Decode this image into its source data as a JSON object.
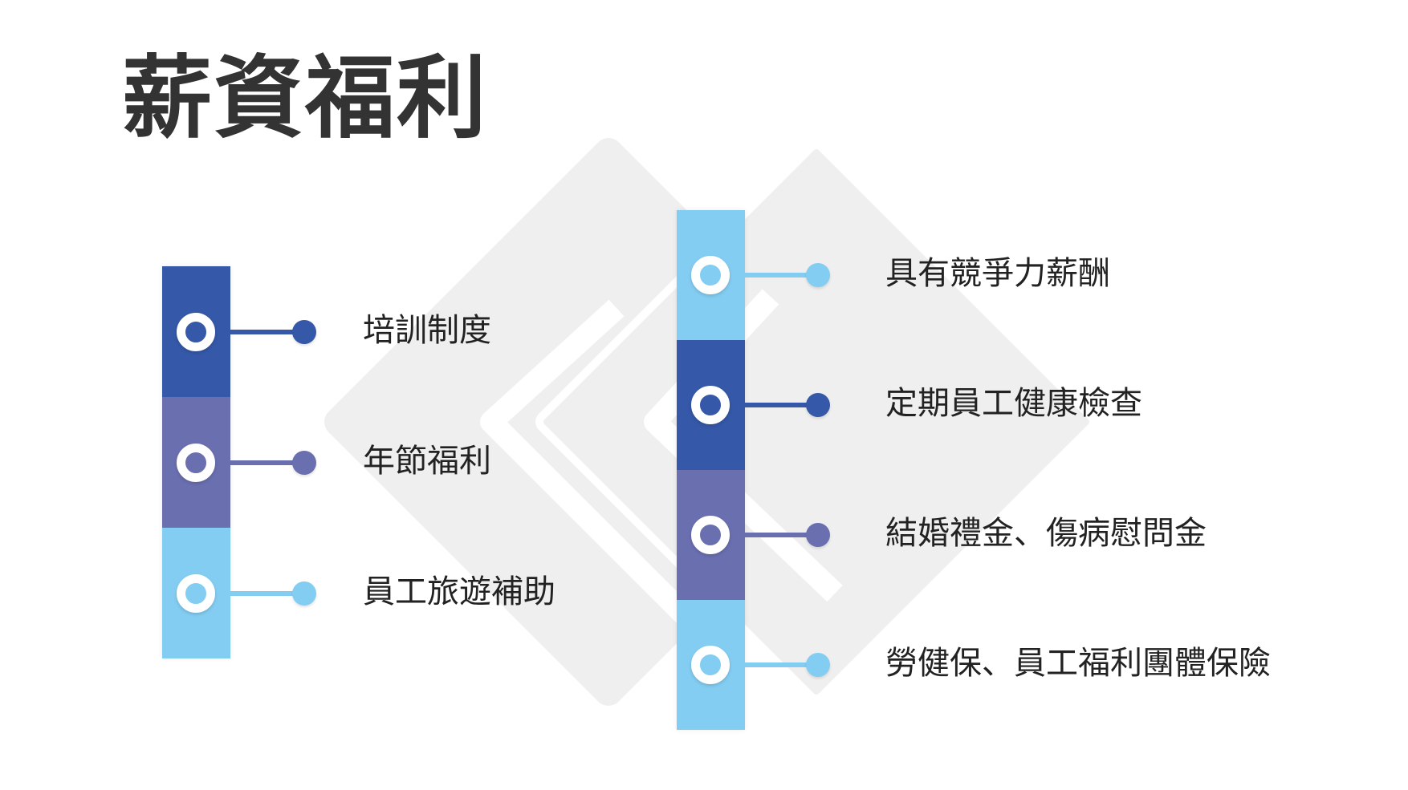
{
  "title": "薪資福利",
  "colors": {
    "dark_blue": "#3558a8",
    "purple": "#6a6fb0",
    "light_blue": "#84cdf2",
    "bg_shape": "#efefef"
  },
  "left_items": [
    {
      "label": "培訓制度",
      "color": "dark_blue"
    },
    {
      "label": "年節福利",
      "color": "purple"
    },
    {
      "label": "員工旅遊補助",
      "color": "light_blue"
    }
  ],
  "right_items": [
    {
      "label": "具有競爭力薪酬",
      "color": "light_blue"
    },
    {
      "label": "定期員工健康檢查",
      "color": "dark_blue"
    },
    {
      "label": "結婚禮金、傷病慰問金",
      "color": "purple"
    },
    {
      "label": "勞健保、員工福利團體保險",
      "color": "light_blue"
    }
  ]
}
